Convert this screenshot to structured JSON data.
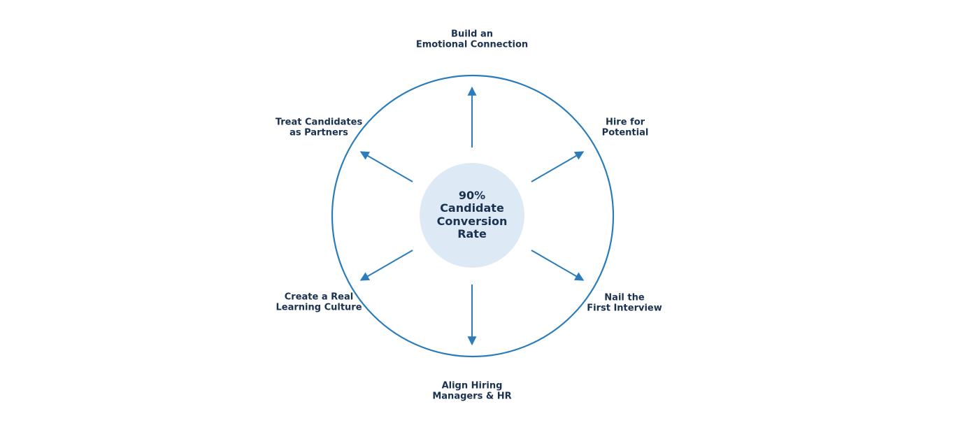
{
  "diagram": {
    "center": {
      "text": "90%\nCandidate\nConversion\nRate"
    },
    "labels": {
      "top": "Build an\nEmotional Connection",
      "top_right": "Hire for\nPotential",
      "bottom_right": "Nail the\nFirst Interview",
      "bottom": "Align Hiring\nManagers & HR",
      "bottom_left": "Create a Real\nLearning Culture",
      "top_left": "Treat Candidates\nas Partners"
    },
    "colors": {
      "accent_blue": "#2b7cba",
      "center_fill": "#ddeaf6",
      "text_dark": "#1a3150",
      "background": "#ffffff"
    }
  }
}
